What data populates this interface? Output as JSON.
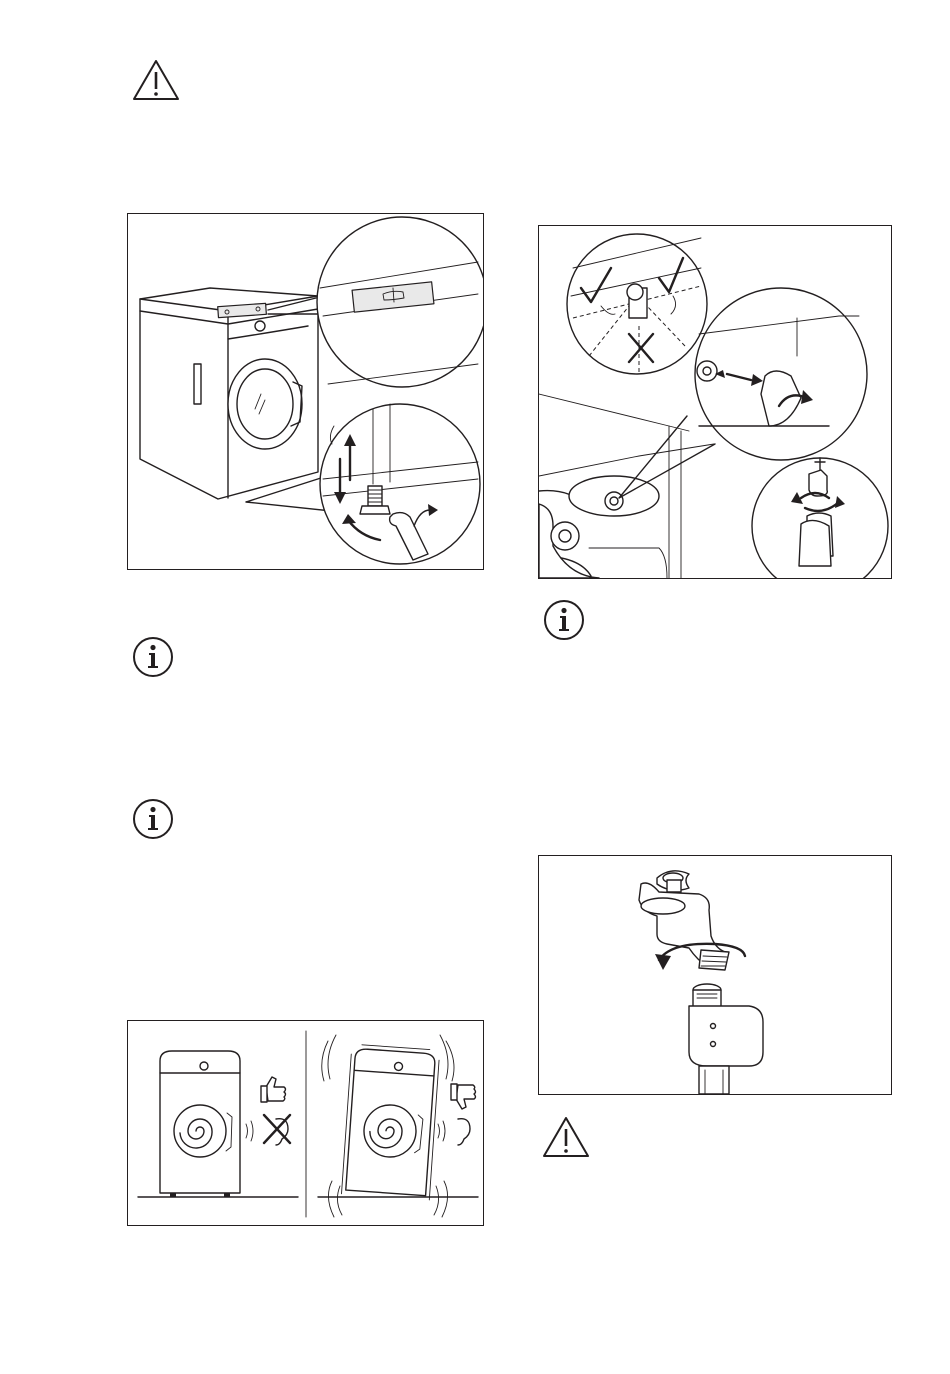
{
  "icons": {
    "warning_top": "warning-triangle",
    "info_left_1": "info-circle",
    "info_left_2": "info-circle",
    "info_right_1": "info-circle",
    "warning_bottom": "warning-triangle"
  },
  "figures": [
    {
      "id": "leveling-washing-machine",
      "depicts": "machine-with-spirit-level-and-adjustable-foot"
    },
    {
      "id": "inlet-hose-connection",
      "depicts": "hose-angle-check-and-tap-connection"
    },
    {
      "id": "vibration-noise-comparison",
      "depicts": "level-vs-unlevel-machine"
    },
    {
      "id": "tap-hose-attachment",
      "depicts": "hose-screwed-onto-tap"
    }
  ],
  "colors": {
    "line": "#231f20",
    "background": "#ffffff"
  }
}
